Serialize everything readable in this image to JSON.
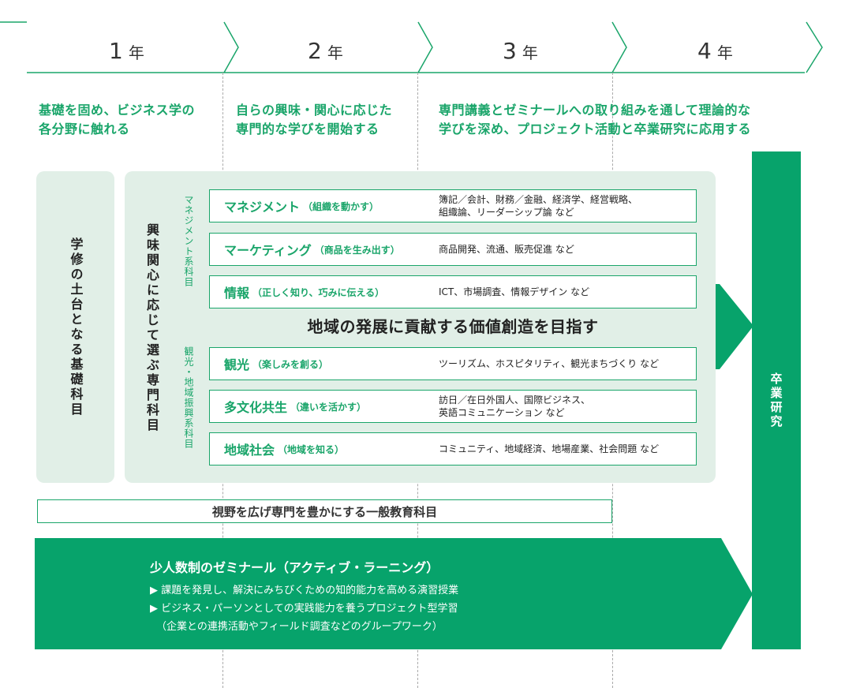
{
  "years": [
    {
      "num": "1",
      "unit": "年"
    },
    {
      "num": "2",
      "unit": "年"
    },
    {
      "num": "3",
      "unit": "年"
    },
    {
      "num": "4",
      "unit": "年"
    }
  ],
  "descriptions": {
    "year1": "基礎を固め、ビジネス学の\n各分野に触れる",
    "year2": "自らの興味・関心に応じた\n専門的な学びを開始する",
    "year34": "専門講義とゼミナールへの取り組みを通して理論的な\n学びを深め、プロジェクト活動と卒業研究に応用する"
  },
  "foundation_label": "学修の土台となる基礎科目",
  "elective_label": "興味関心に応じて選ぶ専門科目",
  "group_labels": {
    "management": "マネジメント系科目",
    "tourism": "観光・地域振興系科目"
  },
  "subjects": [
    {
      "title": "マネジメント",
      "sub": "（組織を動かす）",
      "desc": "簿記／会計、財務／金融、経済学、経営戦略、\n組織論、リーダーシップ論 など"
    },
    {
      "title": "マーケティング",
      "sub": "（商品を生み出す）",
      "desc": "商品開発、流通、販売促進 など"
    },
    {
      "title": "情報",
      "sub": "（正しく知り、巧みに伝える）",
      "desc": "ICT、市場調査、情報デザイン など"
    },
    {
      "title": "観光",
      "sub": "（楽しみを創る）",
      "desc": "ツーリズム、ホスピタリティ、観光まちづくり など"
    },
    {
      "title": "多文化共生",
      "sub": "（違いを活かす）",
      "desc": "訪日／在日外国人、国際ビジネス、\n英語コミュニケーション など"
    },
    {
      "title": "地域社会",
      "sub": "（地域を知る）",
      "desc": "コミュニティ、地域経済、地場産業、社会問題 など"
    }
  ],
  "central_text": "地域の発展に貢献する価値創造を目指す",
  "general_ed": "視野を広げ専門を豊かにする一般教育科目",
  "zemi": {
    "title": "少人数制のゼミナール（アクティブ・ラーニング）",
    "bullet1": "▶ 課題を発見し、解決にみちびくための知的能力を高める演習授業",
    "bullet2": "▶ ビジネス・パーソンとしての実践能力を養うプロジェクト型学習",
    "bullet2_note": "（企業との連携活動やフィールド調査などのグループワーク）"
  },
  "thesis": "卒業研究",
  "colors": {
    "accent": "#07a36b",
    "accent_text": "#1aa56a",
    "panel": "#e1efe7"
  }
}
